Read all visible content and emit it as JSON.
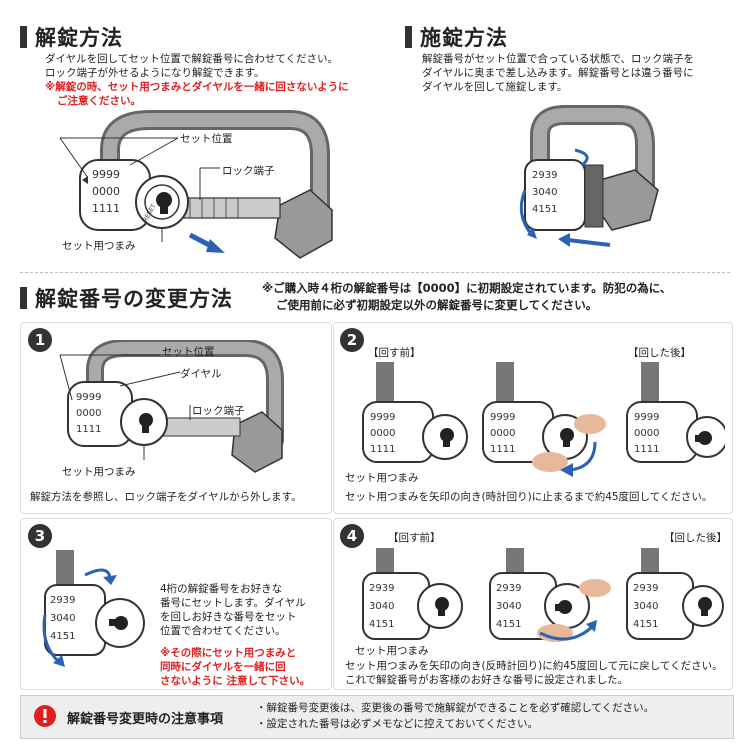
{
  "unlock": {
    "title": "解錠方法",
    "text": [
      "ダイヤルを回してセット位置で解錠番号に合わせてください。",
      "ロック端子が外せるようになり解錠できます。"
    ],
    "warning": [
      "※解錠の時、セット用つまみとダイヤルを一緒に回さないように",
      "ご注意ください。"
    ],
    "labels": {
      "set_position": "セット位置",
      "lock_terminal": "ロック端子",
      "set_knob": "セット用つまみ"
    }
  },
  "lock": {
    "title": "施錠方法",
    "text": [
      "解錠番号がセット位置で合っている状態で、ロック端子を",
      "ダイヤルに奥まで差し込みます。解錠番号とは違う番号に",
      "ダイヤルを回して施錠します。"
    ]
  },
  "change": {
    "title": "解錠番号の変更方法",
    "note": [
      "※ご購入時４桁の解錠番号は【0000】に初期設定されています。防犯の為に、",
      "ご使用前に必ず初期設定以外の解錠番号に変更してください。"
    ]
  },
  "step1": {
    "num": "1",
    "labels": {
      "set_position": "セット位置",
      "dial": "ダイヤル",
      "lock_terminal": "ロック端子",
      "set_knob": "セット用つまみ"
    },
    "caption": "解錠方法を参照し、ロック端子をダイヤルから外します。"
  },
  "step2": {
    "num": "2",
    "before": "【回す前】",
    "after": "【回した後】",
    "knob_label": "セット用つまみ",
    "caption": "セット用つまみを矢印の向き(時計回り)に止まるまで約45度回してください。"
  },
  "step3": {
    "num": "3",
    "text": [
      "4桁の解錠番号をお好きな",
      "番号にセットします。ダイヤル",
      "を回しお好きな番号をセット",
      "位置で合わせてください。"
    ],
    "warning": [
      "※その際にセット用つまみと",
      "同時にダイヤルを一緒に回",
      "さないように 注意して下さい。"
    ]
  },
  "step4": {
    "num": "4",
    "before": "【回す前】",
    "after": "【回した後】",
    "knob_label": "セット用つまみ",
    "caption": [
      "セット用つまみを矢印の向き(反時計回り)に約45度回して元に戻してください。",
      "これで解錠番号がお客様のお好きな番号に設定されました。"
    ]
  },
  "notice": {
    "icon": "warning-icon",
    "title": "解錠番号変更時の注意事項",
    "lines": [
      "・解錠番号変更後は、変更後の番号で施解錠ができることを必ず確認してください。",
      "・設定された番号は必ずメモなどに控えておいてください。"
    ]
  },
  "dial_numbers": {
    "zeros": [
      "9999",
      "0000",
      "1111"
    ],
    "set": [
      "2939",
      "3040",
      "4151"
    ]
  },
  "knob_text": "RESET",
  "colors": {
    "warning": "#e02020",
    "arrow": "#2a63b5",
    "dark": "#333333",
    "cable": "#888888",
    "notice_bg": "#eeeeee"
  }
}
